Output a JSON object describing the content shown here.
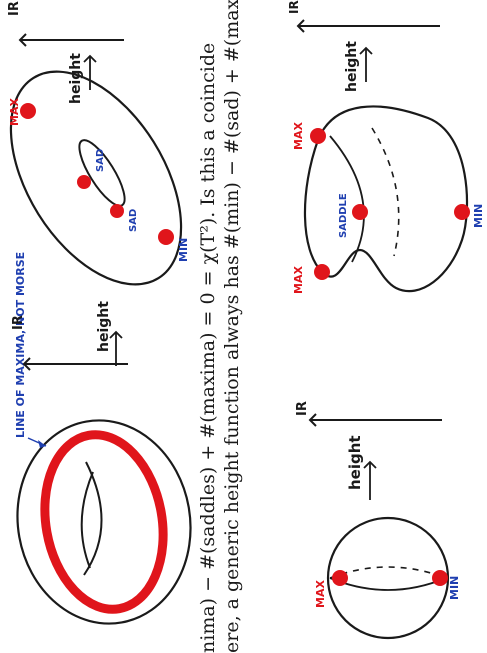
{
  "labels": {
    "max": "MAX",
    "min": "MIN",
    "sad": "SAD",
    "saddle": "SADDLE",
    "height": "height",
    "axis": "IR",
    "line_of_maxima": "LINE OF MAXIMA, NOT MORSE"
  },
  "text": {
    "line1": "nima) − #(saddles) + #(maxima) = 0 = χ(T²). Is this a coincide",
    "line2": "ere, a generic height function always has #(min) − #(sad) + #(max"
  },
  "colors": {
    "ink": "#1a1a1a",
    "red": "#e0151b",
    "blue": "#1f3fb0"
  }
}
